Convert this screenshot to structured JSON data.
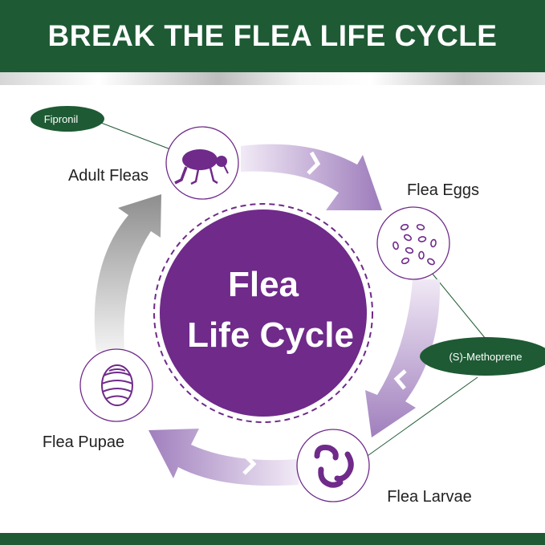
{
  "header": {
    "title": "BREAK THE FLEA LIFE CYCLE"
  },
  "center": {
    "line1": "Flea",
    "line2": "Life Cycle"
  },
  "stages": [
    {
      "label": "Adult Fleas",
      "icon": "adult-flea-icon"
    },
    {
      "label": "Flea Eggs",
      "icon": "flea-eggs-icon"
    },
    {
      "label": "Flea Larvae",
      "icon": "flea-larvae-icon"
    },
    {
      "label": "Flea Pupae",
      "icon": "flea-pupa-icon"
    }
  ],
  "treatments": [
    {
      "label": "Fipronil"
    },
    {
      "label": "(S)-Methoprene"
    }
  ],
  "colors": {
    "brand_green": "#1e5a34",
    "purple": "#6f2a8a",
    "arrow_purple": "#a98bc2",
    "arrow_gray": "#9a9a9a"
  }
}
